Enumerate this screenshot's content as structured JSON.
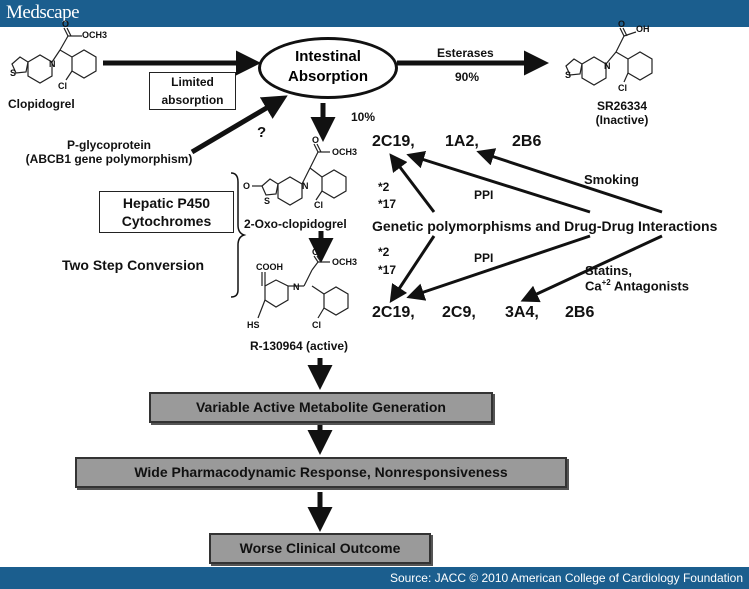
{
  "header": {
    "brand": "Medscape"
  },
  "footer": {
    "source": "Source: JACC © 2010 American College of Cardiology Foundation"
  },
  "diagram": {
    "absorption": {
      "line1": "Intestinal",
      "line2": "Absorption"
    },
    "clopidogrel": "Clopidogrel",
    "limited": {
      "line1": "Limited",
      "line2": "absorption"
    },
    "esterases": "Esterases",
    "pct90": "90%",
    "sr": {
      "line1": "SR26334",
      "line2": "(Inactive)"
    },
    "pct10": "10%",
    "pgp": {
      "line1": "P-glycoprotein",
      "line2": "(ABCB1 gene polymorphism)"
    },
    "question": "?",
    "hepatic": {
      "line1": "Hepatic P450",
      "line2": "Cytochromes"
    },
    "two_step": "Two Step Conversion",
    "oxo": "2-Oxo-clopidogrel",
    "active": "R-130964 (active)",
    "cyp_top": [
      "2C19,",
      "1A2,",
      "2B6"
    ],
    "cyp_bottom": [
      "2C19,",
      "2C9,",
      "3A4,",
      "2B6"
    ],
    "allele1": {
      "a": "*2",
      "b": "*17"
    },
    "allele2": {
      "a": "*2",
      "b": "*17"
    },
    "smoking": "Smoking",
    "ppi_top": "PPI",
    "ppi_bottom": "PPI",
    "genetic": "Genetic polymorphisms and Drug-Drug Interactions",
    "statins": {
      "line1": "Statins,",
      "line2_pre": "Ca",
      "line2_sup": "+2",
      "line2_post": " Antagonists"
    },
    "variable": "Variable Active Metabolite Generation",
    "wide": "Wide Pharmacodynamic Response, Nonresponsiveness",
    "worse": "Worse Clinical Outcome",
    "chem_labels": {
      "och3_1": "OCH3",
      "o_1": "O",
      "s_1": "S",
      "n_1": "N",
      "cl_1": "Cl",
      "oh_2": "OH",
      "o_2": "O",
      "s_2": "S",
      "n_2": "N",
      "cl_2": "Cl",
      "och3_3": "OCH3",
      "o_3a": "O",
      "o_3b": "O",
      "s_3": "S",
      "n_3": "N",
      "cl_3": "Cl",
      "cooh_4": "COOH",
      "och3_4": "OCH3",
      "o_4": "O",
      "n_4": "N",
      "hs_4": "HS",
      "cl_4": "Cl"
    }
  }
}
